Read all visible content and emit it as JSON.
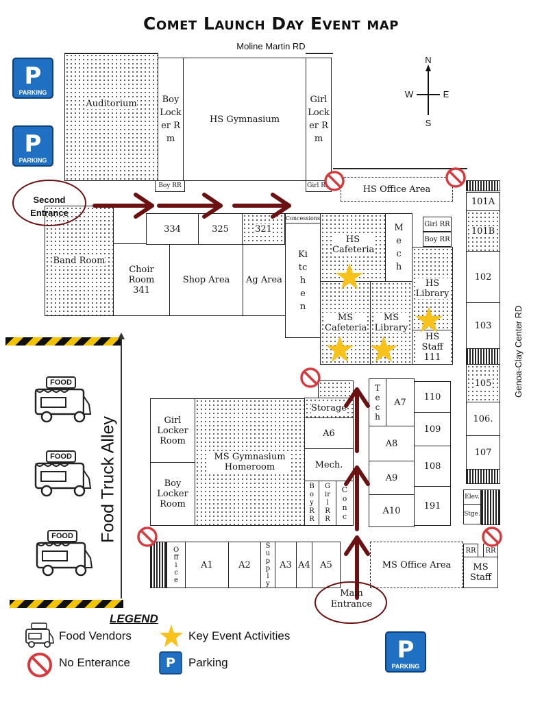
{
  "title": "Comet Launch Day Event map",
  "top_road": "Moline Martin RD",
  "side_road": "Genoa-Clay Center RD",
  "compass": {
    "n": "N",
    "s": "S",
    "e": "E",
    "w": "W"
  },
  "entrances": {
    "second": "Second Entrance",
    "main": "Main Entrance"
  },
  "alley_label": "Food Truck Alley",
  "food_sign": "FOOD",
  "parking_sign": "PARKING",
  "rooms": {
    "auditorium": "Auditorium",
    "boy_locker": "Boy Locker Rm",
    "girl_locker": "Girl Locker Rm",
    "hs_gym": "HS Gymnasium",
    "boy_rr": "Boy RR",
    "girl_rr": "Girl RR",
    "band_room": "Band Room",
    "choir_room": "Choir Room 341",
    "r334": "334",
    "r325": "325",
    "r321": "321",
    "shop_area": "Shop Area",
    "ag_area": "Ag Area",
    "concessions": "Concessions",
    "kitchen": "Kitchen",
    "hs_cafeteria": "HS Cafeteria",
    "mech": "Mech",
    "ms_cafeteria": "MS Cafeteria",
    "ms_library": "MS Library",
    "hs_library": "HS Library",
    "hs_staff": "HS Staff 111",
    "hs_office": "HS Office Area",
    "girl_rr2": "Girl RR",
    "boy_rr2": "Boy RR",
    "r101a": "101A",
    "r101b": "101B",
    "r102": "102",
    "r103": "103",
    "r105": "105",
    "r106": "106.",
    "r107": "107",
    "storage": "Storage",
    "tech": "Tech",
    "a7": "A7",
    "r110": "110",
    "r109": "109",
    "r108": "108",
    "r191": "191",
    "a6": "A6",
    "mech2": "Mech.",
    "a8": "A8",
    "a9": "A9",
    "a10": "A10",
    "boy_rr3": "Boy RR",
    "girl_rr3": "Girl RR",
    "conc": "Conc",
    "girl_locker_room": "Girl Locker Room",
    "boy_locker_room": "Boy Locker Room",
    "ms_gym": "MS Gymnasium Homeroom",
    "office": "Office",
    "a1": "A1",
    "a2": "A2",
    "supply": "Supply",
    "a3": "A3",
    "a4": "A4",
    "a5": "A5",
    "ms_office": "MS Office Area",
    "rr_a": "RR",
    "rr_b": "RR",
    "ms_staff": "MS Staff",
    "elev": "Elev.",
    "stge": "Stge."
  },
  "legend": {
    "heading": "LEGEND",
    "food": "Food Vendors",
    "key": "Key Event Activities",
    "no_entrance": "No Enterance",
    "parking": "Parking"
  },
  "colors": {
    "arrow": "#6b1111",
    "star": "#f7c21b",
    "no_entry": "#d63a3f",
    "parking": "#1f6fc2"
  }
}
